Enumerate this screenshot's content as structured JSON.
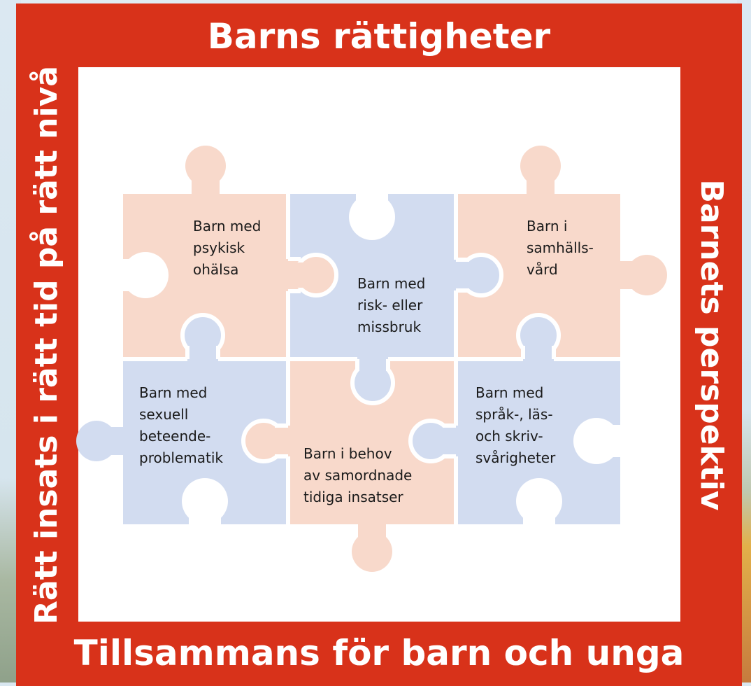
{
  "frame": {
    "top_title": "Barns rättigheter",
    "bottom_title": "Tillsammans för barn och unga",
    "left_title": "Rätt insats i rätt tid på rätt nivå",
    "right_title": "Barnets perspektiv"
  },
  "colors": {
    "frame": "#d8321a",
    "peach": "#f8d9cb",
    "blue": "#d2dcf0",
    "inner": "#ffffff"
  },
  "pieces": [
    {
      "color": "peach",
      "lines": [
        "Barn med",
        "psykisk",
        "ohälsa"
      ]
    },
    {
      "color": "blue",
      "lines": [
        "Barn med",
        "risk- eller",
        "missbruk"
      ]
    },
    {
      "color": "peach",
      "lines": [
        "Barn i",
        "samhälls-",
        "vård"
      ]
    },
    {
      "color": "blue",
      "lines": [
        "Barn med",
        "sexuell",
        "beteende-",
        "problematik"
      ]
    },
    {
      "color": "peach",
      "lines": [
        "Barn i behov",
        "av samordnade",
        "tidiga insatser"
      ]
    },
    {
      "color": "blue",
      "lines": [
        "Barn med",
        "språk-, läs-",
        "och skriv-",
        "svårigheter"
      ]
    }
  ]
}
